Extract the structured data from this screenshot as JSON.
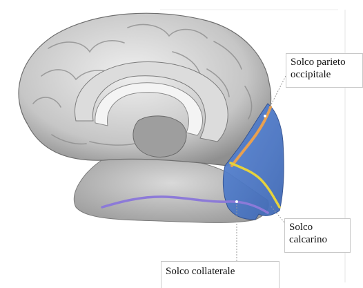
{
  "labels": {
    "parieto_occipitale": "Solco parieto occipitale",
    "calcarino": "Solco calcarino",
    "collaterale": "Solco collaterale"
  },
  "colors": {
    "occipital_region": "#4a78c8",
    "parieto_occipital_sulcus": "#e8a050",
    "calcarine_sulcus": "#e6d23c",
    "collateral_sulcus": "#8c7ad8",
    "brain_gray": "#c9c9c9",
    "leader_line": "#9a9a9a"
  }
}
